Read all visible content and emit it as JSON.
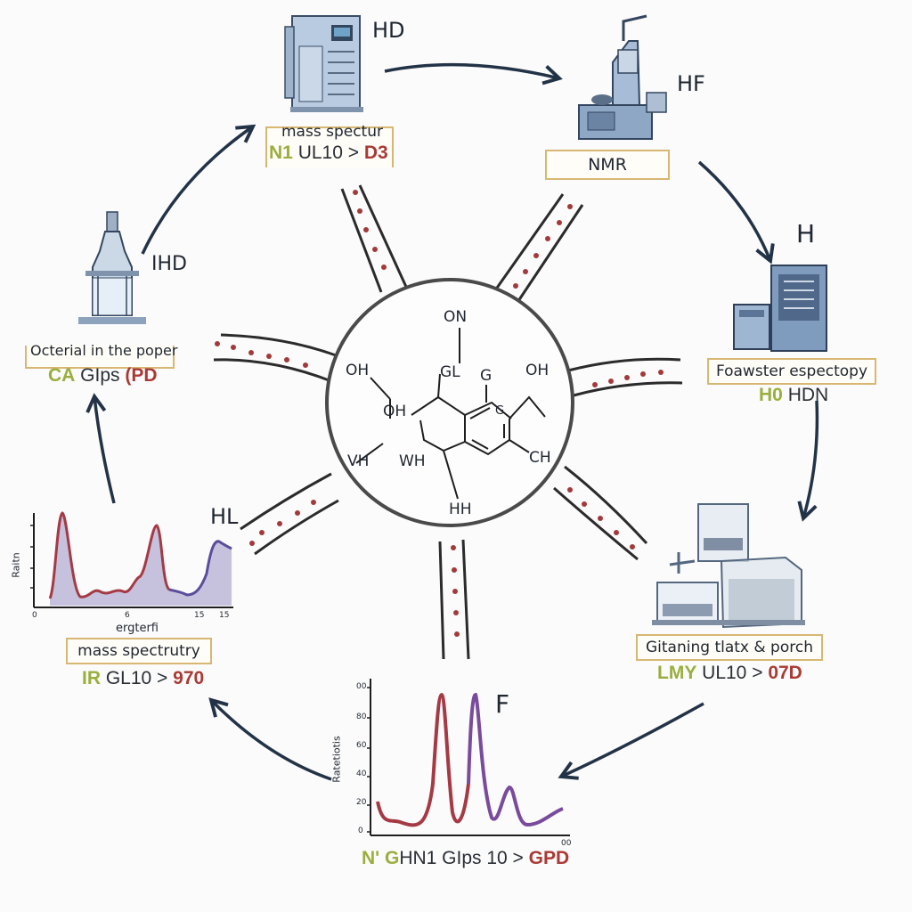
{
  "center_molecule": {
    "atoms": [
      "ON",
      "OH",
      "G",
      "OH",
      "GL",
      "OH",
      "G",
      "VH",
      "WH",
      "CH",
      "HH"
    ]
  },
  "stages": {
    "top": {
      "tag": "HD",
      "box": "mass spectur",
      "code": {
        "green": "N1",
        "dark": "UL10 > ",
        "red": "D3"
      }
    },
    "top_right": {
      "tag": "HF",
      "box": "NMR"
    },
    "right": {
      "tag": "H",
      "box": "Foawster espectopy",
      "code": {
        "green": "H0",
        "dark": " HDN",
        "red": ""
      }
    },
    "bottom_right": {
      "box": "Gitaning tlatx & porch",
      "code": {
        "green": "LMY",
        "dark": " UL10 > ",
        "red": "07D"
      }
    },
    "bottom": {
      "tag": "F",
      "ylabel": "Ratetiotis",
      "yticks": [
        "0",
        "20",
        "40",
        "60",
        "80",
        "00"
      ],
      "xtick": "00",
      "code": {
        "green": "N' G",
        "dark": "HN1 GIps 10 > ",
        "red": "GPD"
      }
    },
    "bottom_left": {
      "tag": "HL",
      "ylabel": "Raitn",
      "xlabel": "ergterfi",
      "xticks": [
        "0",
        "6",
        "15",
        "15"
      ],
      "box": "mass spectrutry",
      "code": {
        "green": "IR",
        "dark": " GL10 > ",
        "red": "970"
      }
    },
    "left": {
      "tag": "IHD",
      "box": "Octerial in the poper",
      "code": {
        "green": "CA",
        "dark": " GIps ",
        "red": "(PD"
      }
    }
  },
  "colors": {
    "arrow": "#233347",
    "tube_dots": "#a3393a",
    "peak_red": "#a53a44",
    "peak_purple": "#7a4a9c",
    "peak_fill": "#9a93c7",
    "label_border": "#d8b773",
    "code_green": "#9aae3d",
    "code_red": "#a93a35"
  },
  "icons": [
    "refrigerator-icon",
    "nmr-machine-icon",
    "server-icon",
    "bottle-icon",
    "glass-chamber-icon"
  ]
}
